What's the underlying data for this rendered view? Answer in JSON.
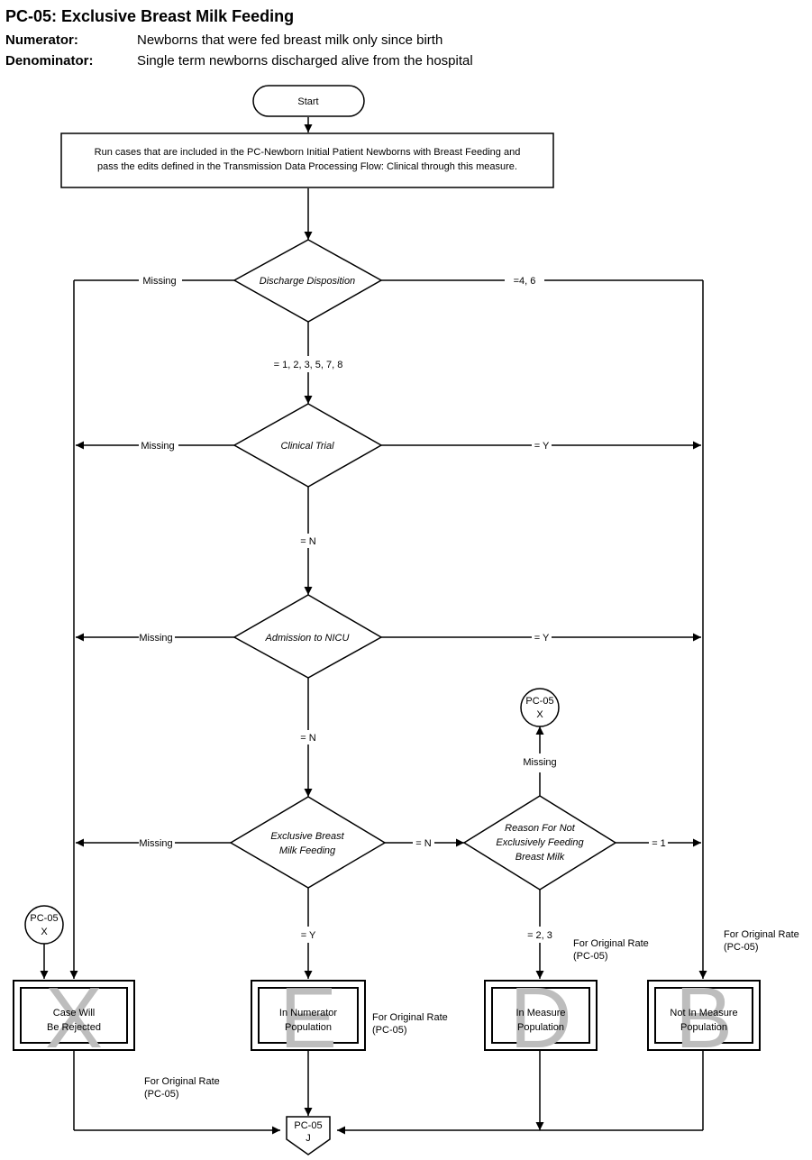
{
  "header": {
    "title": "PC-05:  Exclusive Breast Milk Feeding",
    "numerator_label": "Numerator:",
    "numerator_text": "Newborns that were fed breast milk only since birth",
    "denominator_label": "Denominator:",
    "denominator_text": "Single term newborns discharged alive from the hospital"
  },
  "flow": {
    "start": "Start",
    "run_line1": "Run cases that are included in the PC-Newborn Initial Patient Newborns with Breast Feeding and",
    "run_line2": "pass the edits defined in the Transmission Data Processing Flow: Clinical through this measure.",
    "decisions": {
      "discharge": "Discharge Disposition",
      "clinical": "Clinical Trial",
      "nicu": "Admission to NICU",
      "ebmf_1": "Exclusive Breast",
      "ebmf_2": "Milk Feeding",
      "reason_1": "Reason For Not",
      "reason_2": "Exclusively Feeding",
      "reason_3": "Breast Milk"
    },
    "labels": {
      "missing": "Missing",
      "discharge_right": "=4,  6",
      "discharge_down": "= 1, 2, 3, 5, 7, 8",
      "eq_y": "= Y",
      "eq_n": "= N",
      "eq_1": "= 1",
      "eq_23": "= 2, 3"
    },
    "connectors": {
      "pc05": "PC-05",
      "x": "X",
      "j": "J"
    },
    "outcomes": {
      "reject_1": "Case Will",
      "reject_2": "Be Rejected",
      "reject_letter": "X",
      "num_1": "In Numerator",
      "num_2": "Population",
      "num_letter": "E",
      "meas_1": "In Measure",
      "meas_2": "Population",
      "meas_letter": "D",
      "notin_1": "Not In Measure",
      "notin_2": "Population",
      "notin_letter": "B"
    },
    "notes": {
      "original_rate": "For Original Rate",
      "pc05_paren": "(PC-05)"
    }
  }
}
